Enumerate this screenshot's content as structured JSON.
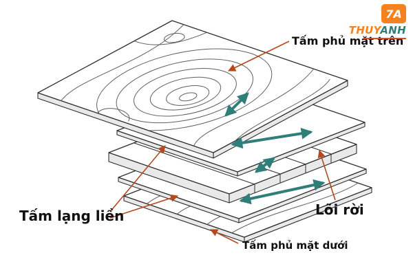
{
  "diagram": {
    "labels": {
      "top_face": "Tấm phủ mặt trên",
      "continuous_veneer": "Tấm lạng liền",
      "loose_core": "Lõi rời",
      "bottom_face": "Tấm phủ mặt dưới"
    }
  },
  "logo": {
    "mark": "7A",
    "brand_part1": "THUY",
    "brand_part2": "ANH"
  },
  "colors": {
    "grain_arrow_teal": "#2f7e7a",
    "pointer_arrow_orange": "#b5481d",
    "logo_orange": "#f5821f",
    "logo_teal": "#2f7e7a",
    "outline_dark": "#2d2d2d"
  }
}
